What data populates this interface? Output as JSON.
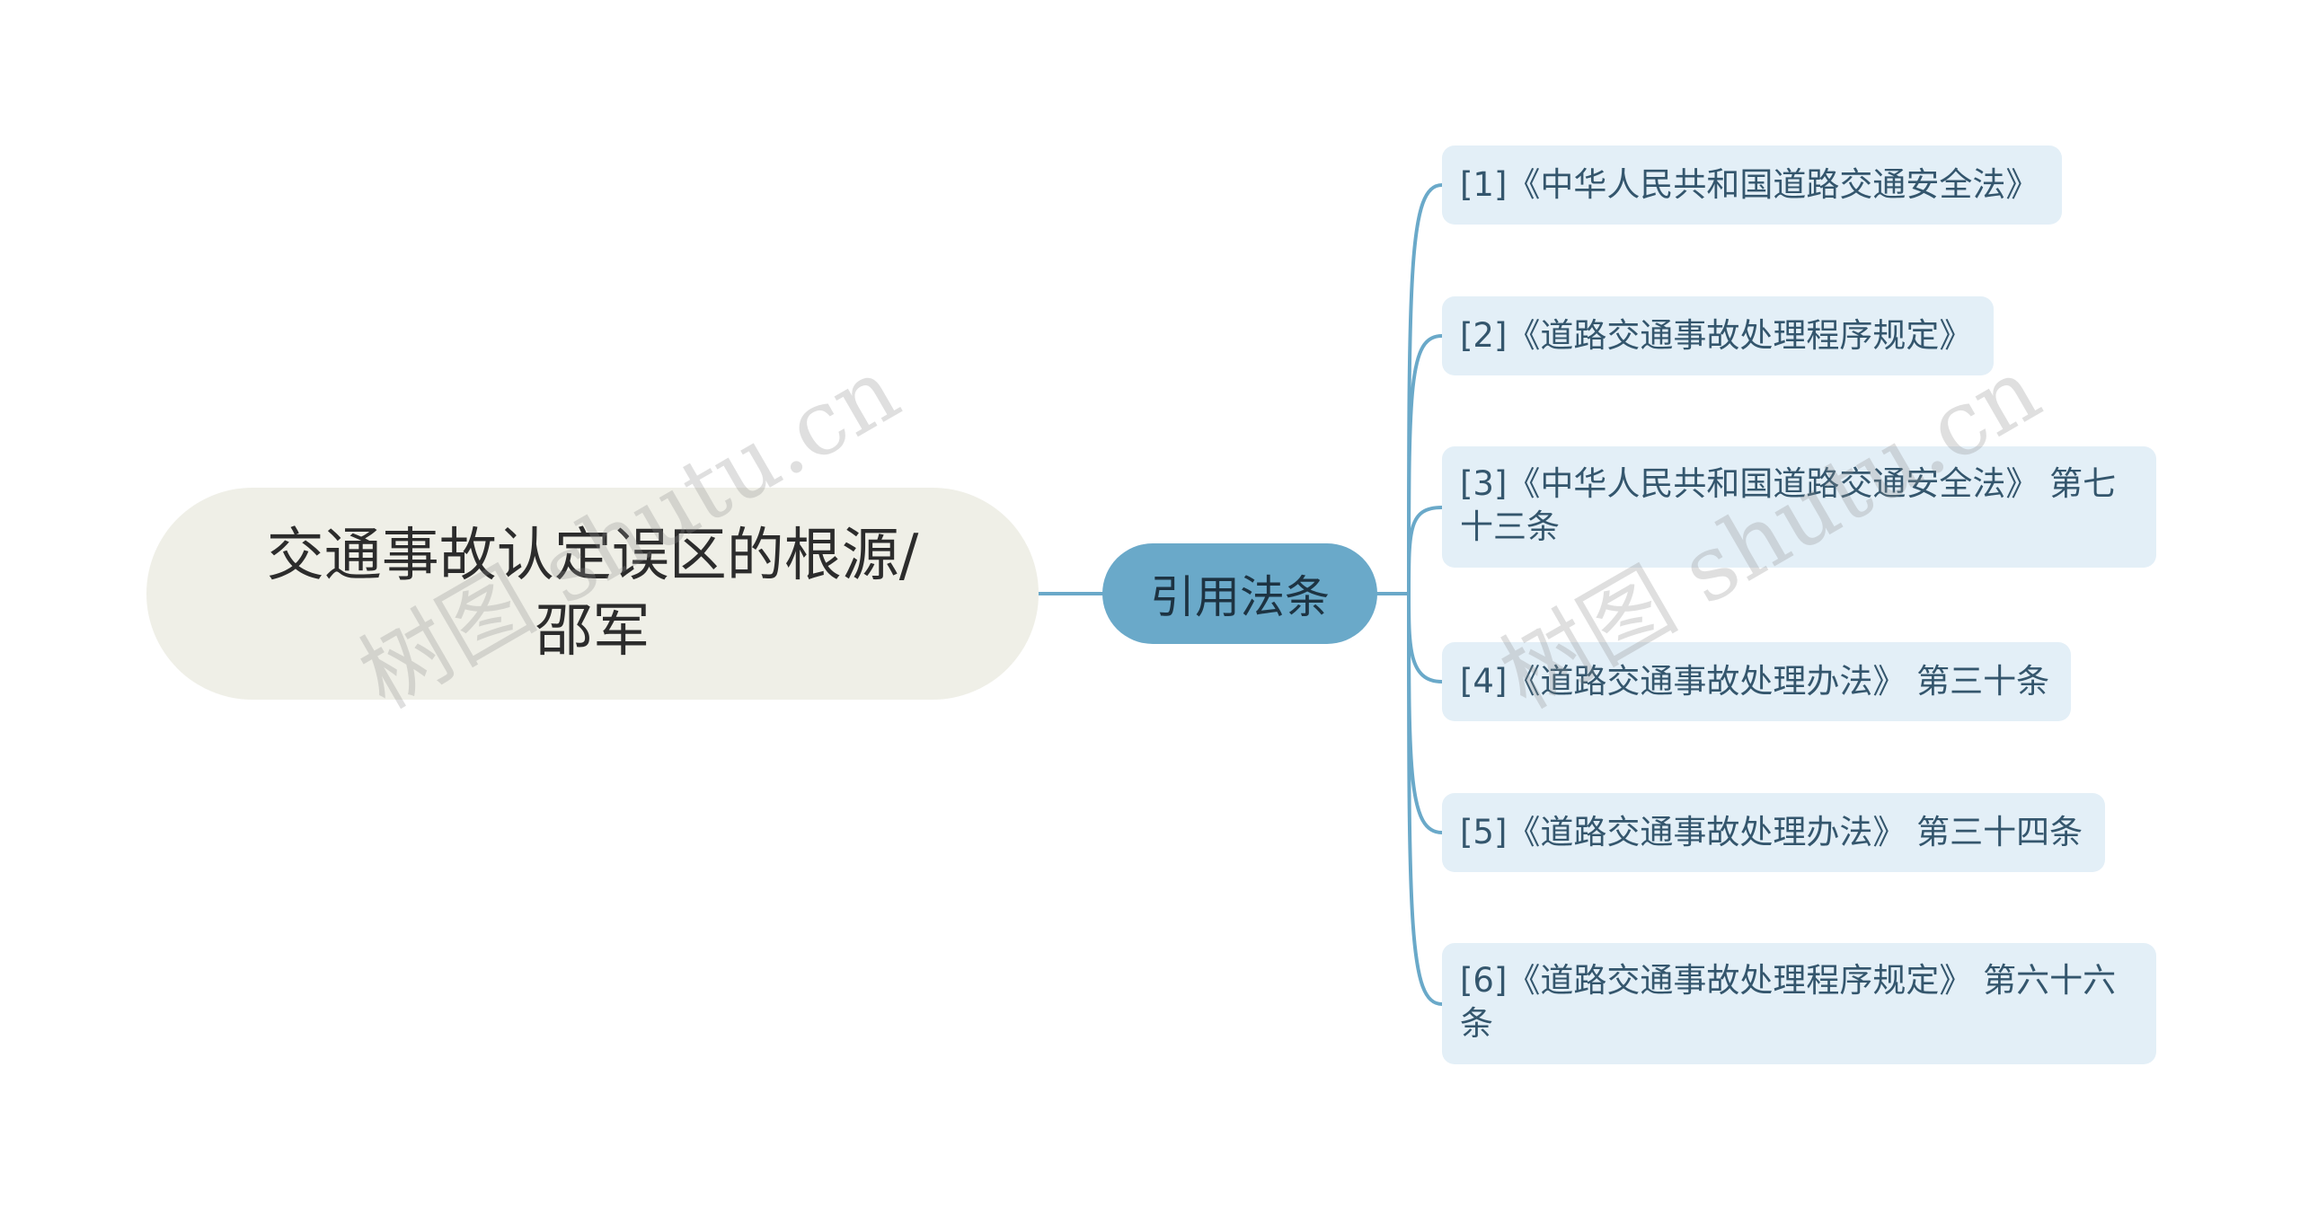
{
  "root": {
    "label": "交通事故认定误区的根源/\n邵军"
  },
  "topic": {
    "label": "引用法条"
  },
  "leaves": [
    {
      "label": "[1]《中华人民共和国道路交通安全法》"
    },
    {
      "label": "[2]《道路交通事故处理程序规定》"
    },
    {
      "label": "[3]《中华人民共和国道路交通安全法》 第七\n十三条"
    },
    {
      "label": "[4]《道路交通事故处理办法》 第三十条"
    },
    {
      "label": "[5]《道路交通事故处理办法》 第三十四条"
    },
    {
      "label": "[6]《道路交通事故处理程序规定》 第六十六\n条"
    }
  ],
  "watermark": {
    "text": "树图 shutu.cn"
  },
  "colors": {
    "root_fill": "#efefe7",
    "topic_fill": "#6aa9c9",
    "leaf_fill": "#e3eff7",
    "connector": "#6aa9c9"
  }
}
